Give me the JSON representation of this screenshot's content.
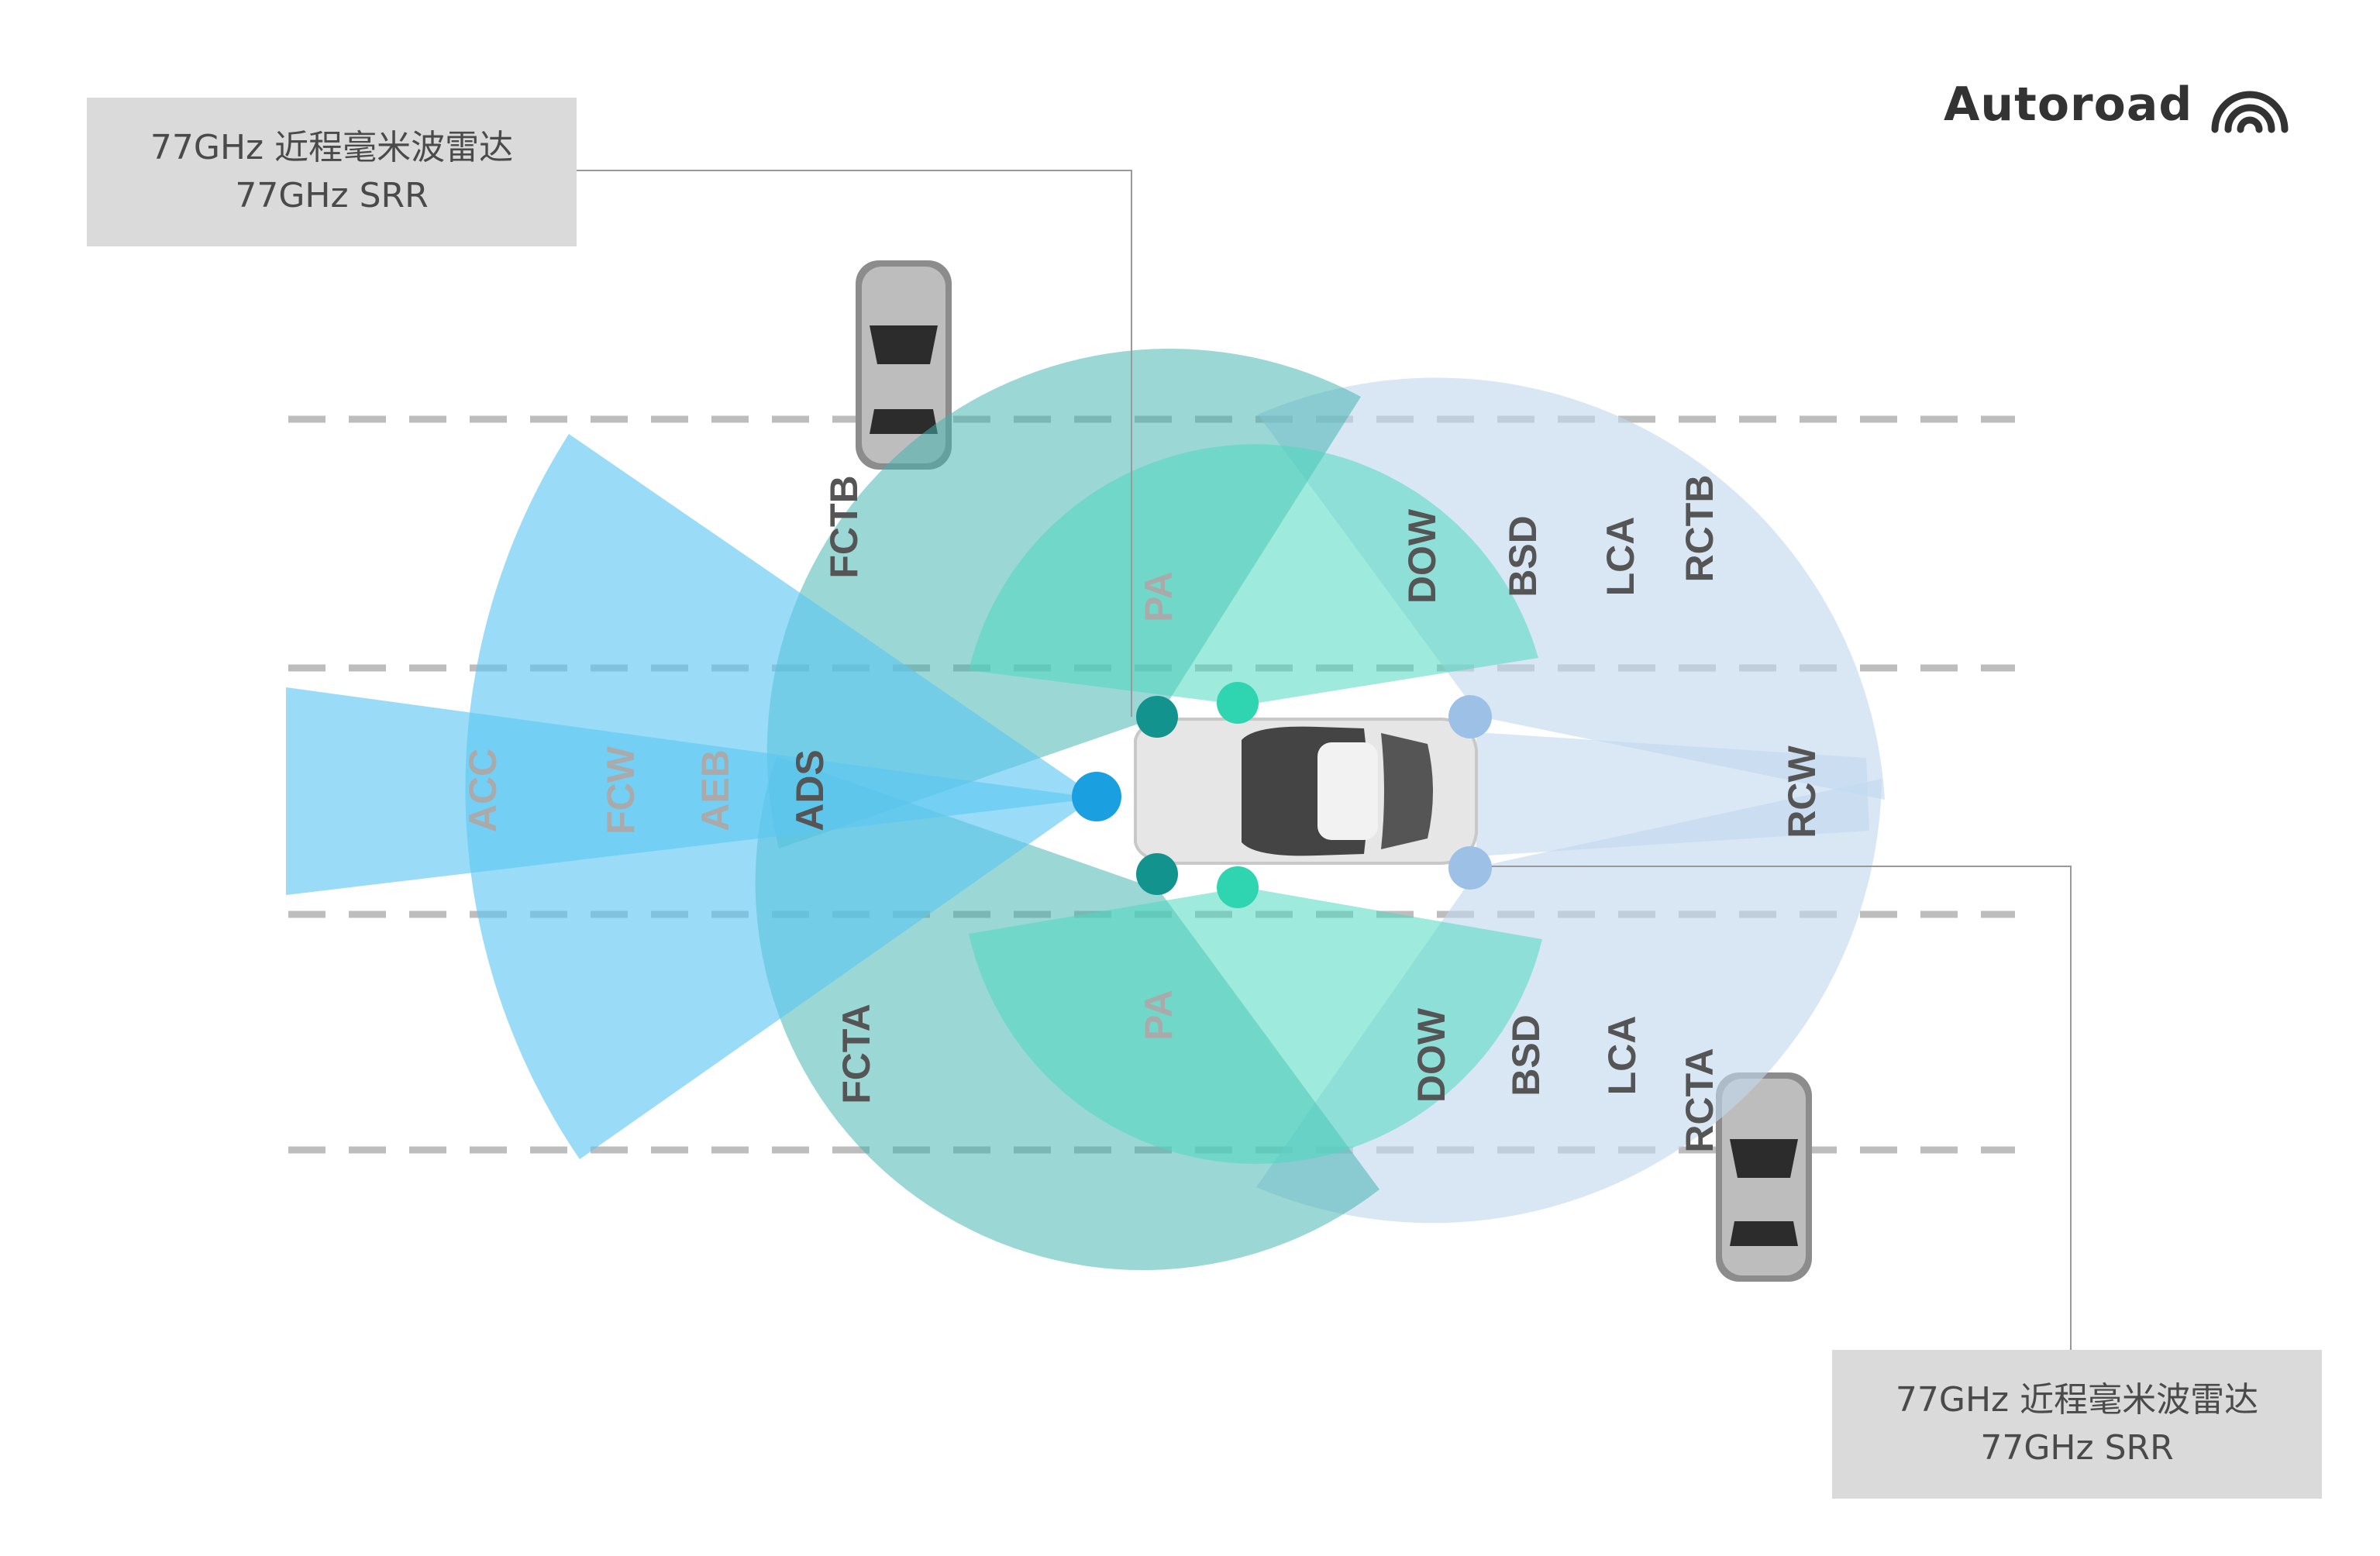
{
  "brand": {
    "name": "Autoroad",
    "icon": "signal-arc-icon",
    "color": "#333333"
  },
  "callouts": {
    "top": {
      "line1": "77GHz 近程毫米波雷达",
      "line2": "77GHz SRR"
    },
    "bottom": {
      "line1": "77GHz 近程毫米波雷达",
      "line2": "77GHz SRR"
    }
  },
  "functions": {
    "acc": "ACC",
    "fcw": "FCW",
    "aeb": "AEB",
    "ads": "ADS",
    "fctb": "FCTB",
    "fcta": "FCTA",
    "pa_top": "PA",
    "pa_bottom": "PA",
    "dow_top": "DOW",
    "bsd_top": "BSD",
    "lca_top": "LCA",
    "rctb": "RCTB",
    "dow_bottom": "DOW",
    "bsd_bottom": "BSD",
    "lca_bottom": "LCA",
    "rcta": "RCTA",
    "rcw": "RCW"
  },
  "colors": {
    "long_range": "#5cc7f2",
    "front_corner": "#3fb2ae",
    "side_pa": "#4fd8c0",
    "rear_corner": "#c2d9ef",
    "sensor_front": "#1aa0e0",
    "sensor_corner": "#13938e",
    "sensor_side": "#2fd4b0",
    "sensor_rear": "#9dc0e6",
    "lane_dash": "#bdbdbd",
    "label_dark": "#555555",
    "label_light": "#aaaaaa"
  }
}
